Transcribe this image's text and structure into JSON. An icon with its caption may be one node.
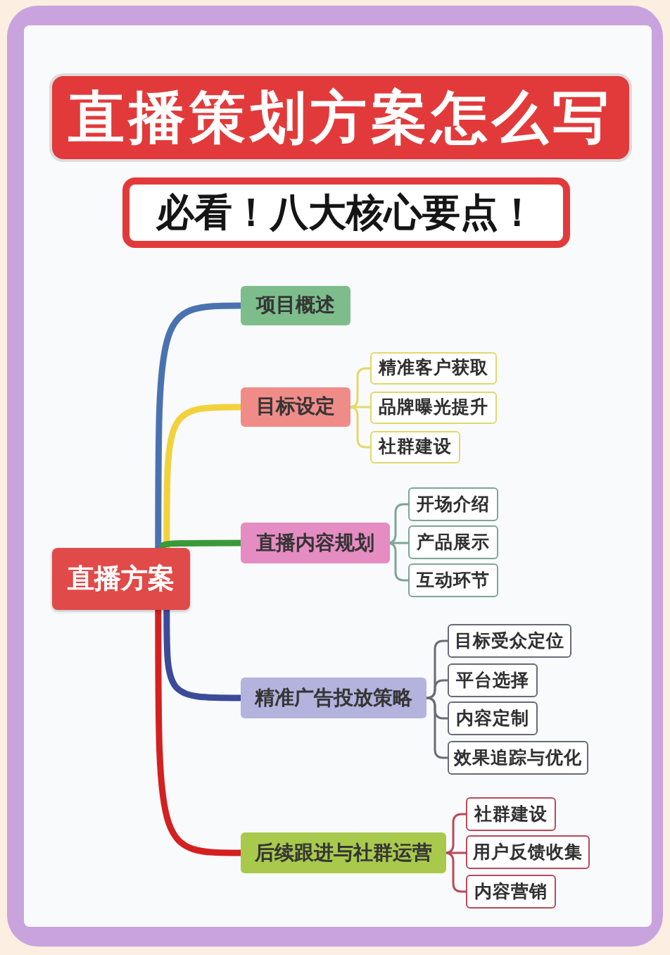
{
  "diagram": {
    "title": "直播策划方案怎么写",
    "nodes": [
      {
        "text": [
          "直播方案"
        ]
      },
      {
        "text": [
          "项目概述"
        ]
      },
      {
        "text": [
          "目标设定"
        ]
      },
      {
        "text": [
          "精准客户获取"
        ]
      },
      {
        "text": [
          "品牌曝光提升"
        ]
      },
      {
        "text": [
          "社群建设"
        ]
      },
      {
        "text": [
          "直播内容规划"
        ]
      },
      {
        "text": [
          "开场介绍"
        ]
      },
      {
        "text": [
          "产品展示"
        ]
      },
      {
        "text": [
          "互动环节"
        ]
      },
      {
        "text": [
          "精准广告投放策略"
        ]
      },
      {
        "text": [
          "目标受众定位"
        ]
      },
      {
        "text": [
          "平台选择"
        ]
      },
      {
        "text": [
          "内容定制"
        ]
      },
      {
        "text": [
          "效果追踪与优化"
        ]
      },
      {
        "text": [
          "后续跟进与社群运营"
        ]
      },
      {
        "text": [
          "社群建设"
        ]
      },
      {
        "text": [
          "用户反馈收集"
        ]
      },
      {
        "text": [
          "内容营销"
        ]
      }
    ],
    "edges": [
      {
        "from": 0,
        "to": 1,
        "arrow": "none",
        "style": "thick",
        "color": "#4a72b0"
      },
      {
        "from": 0,
        "to": 2,
        "arrow": "none",
        "style": "thick",
        "color": "#f2d23c"
      },
      {
        "from": 2,
        "to": 3,
        "arrow": "none",
        "color": "#e2d86a"
      },
      {
        "from": 2,
        "to": 4,
        "arrow": "none",
        "color": "#e2d86a"
      },
      {
        "from": 2,
        "to": 5,
        "arrow": "none",
        "color": "#e2d86a"
      },
      {
        "from": 0,
        "to": 6,
        "arrow": "none",
        "style": "thick",
        "color": "#3a9a3a"
      },
      {
        "from": 6,
        "to": 7,
        "arrow": "none",
        "color": "#7fa595"
      },
      {
        "from": 6,
        "to": 8,
        "arrow": "none",
        "color": "#7fa595"
      },
      {
        "from": 6,
        "to": 9,
        "arrow": "none",
        "color": "#7fa595"
      },
      {
        "from": 0,
        "to": 10,
        "arrow": "none",
        "style": "thick",
        "color": "#3c4a9a"
      },
      {
        "from": 10,
        "to": 11,
        "arrow": "none",
        "color": "#6a6a78"
      },
      {
        "from": 10,
        "to": 12,
        "arrow": "none",
        "color": "#6a6a78"
      },
      {
        "from": 10,
        "to": 13,
        "arrow": "none",
        "color": "#6a6a78"
      },
      {
        "from": 10,
        "to": 14,
        "arrow": "none",
        "color": "#6a6a78"
      },
      {
        "from": 0,
        "to": 15,
        "arrow": "none",
        "style": "thick",
        "color": "#d42020"
      },
      {
        "from": 15,
        "to": 16,
        "arrow": "none",
        "color": "#b84a5a"
      },
      {
        "from": 15,
        "to": 17,
        "arrow": "none",
        "color": "#b84a5a"
      },
      {
        "from": 15,
        "to": 18,
        "arrow": "none",
        "color": "#b84a5a"
      }
    ],
    "labels": [
      "必看！八大核心要点！"
    ]
  }
}
